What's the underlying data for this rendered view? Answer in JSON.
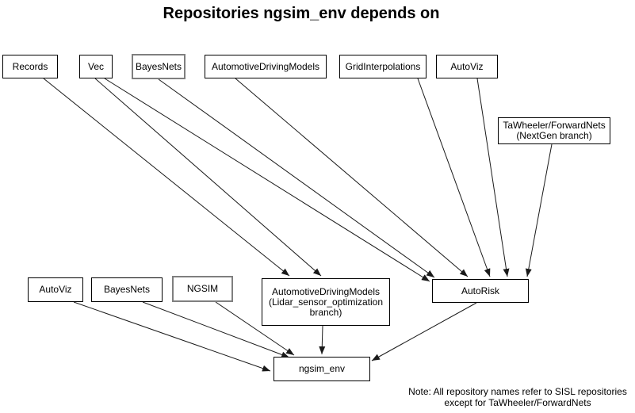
{
  "title": "Repositories ngsim_env depends on",
  "nodes": {
    "records": {
      "label": "Records"
    },
    "vec": {
      "label": "Vec"
    },
    "bayesnets_top": {
      "label": "BayesNets"
    },
    "adm_top": {
      "label": "AutomotiveDrivingModels"
    },
    "gridinterpolations": {
      "label": "GridInterpolations"
    },
    "autoviz_top": {
      "label": "AutoViz"
    },
    "tawheeler": {
      "label": "TaWheeler/ForwardNets",
      "label2": "(NextGen branch)"
    },
    "autoviz_mid": {
      "label": "AutoViz"
    },
    "bayesnets_mid": {
      "label": "BayesNets"
    },
    "ngsim": {
      "label": "NGSIM"
    },
    "adm_lidar": {
      "label": "AutomotiveDrivingModels",
      "label2": "(Lidar_sensor_optimization branch)"
    },
    "autorisk": {
      "label": "AutoRisk"
    },
    "ngsim_env": {
      "label": "ngsim_env"
    }
  },
  "edges": [
    {
      "from": "Records",
      "to": "AutomotiveDrivingModels (Lidar_sensor_optimization branch)"
    },
    {
      "from": "Vec",
      "to": "AutomotiveDrivingModels (Lidar_sensor_optimization branch)"
    },
    {
      "from": "Vec",
      "to": "AutoRisk"
    },
    {
      "from": "BayesNets",
      "to": "AutoRisk"
    },
    {
      "from": "AutomotiveDrivingModels",
      "to": "AutoRisk"
    },
    {
      "from": "GridInterpolations",
      "to": "AutoRisk"
    },
    {
      "from": "AutoViz",
      "to": "AutoRisk"
    },
    {
      "from": "TaWheeler/ForwardNets (NextGen branch)",
      "to": "AutoRisk"
    },
    {
      "from": "AutoViz",
      "to": "ngsim_env"
    },
    {
      "from": "BayesNets",
      "to": "ngsim_env"
    },
    {
      "from": "NGSIM",
      "to": "ngsim_env"
    },
    {
      "from": "AutomotiveDrivingModels (Lidar_sensor_optimization branch)",
      "to": "ngsim_env"
    },
    {
      "from": "AutoRisk",
      "to": "ngsim_env"
    }
  ],
  "note": {
    "line1": "Note: All repository names refer to SISL repositories",
    "line2": "except for TaWheeler/ForwardNets"
  },
  "colors": {
    "edge": "#1a1a1a",
    "node_border": "#000000",
    "fork_node_border": "#7f7f7f",
    "background": "#ffffff"
  }
}
